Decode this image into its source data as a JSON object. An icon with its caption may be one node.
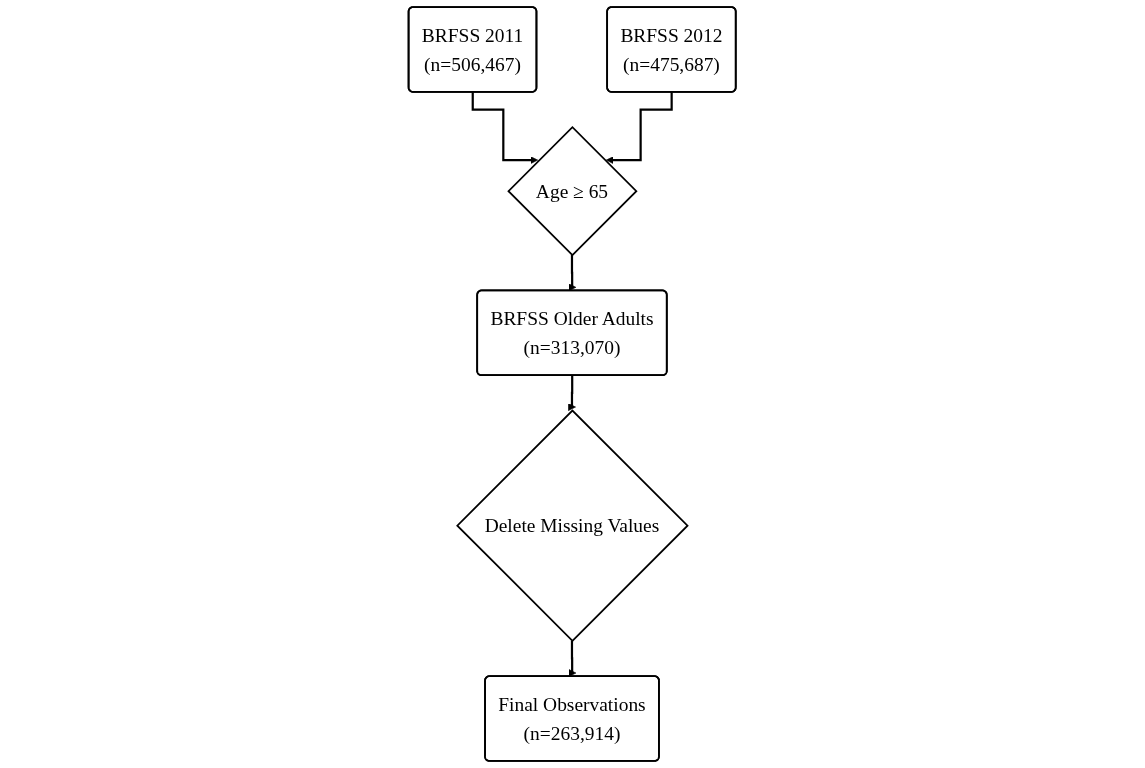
{
  "diagram": {
    "nodes": [
      {
        "text": [
          "BRFSS 2011",
          "(n=506,467)"
        ]
      },
      {
        "text": [
          "BRFSS 2012",
          "(n=475,687)"
        ]
      },
      {
        "text": [
          "Age ≥ 65"
        ]
      },
      {
        "text": [
          "BRFSS Older Adults",
          "(n=313,070)"
        ]
      },
      {
        "text": [
          "Delete Missing Values"
        ]
      },
      {
        "text": [
          "Final Observations",
          "(n=263,914)"
        ]
      }
    ],
    "edges": [
      {
        "from": 0,
        "to": 2,
        "arrow": "to"
      },
      {
        "from": 1,
        "to": 2,
        "arrow": "to"
      },
      {
        "from": 2,
        "to": 3,
        "arrow": "to"
      },
      {
        "from": 3,
        "to": 4,
        "arrow": "to"
      },
      {
        "from": 4,
        "to": 5,
        "arrow": "to"
      }
    ]
  }
}
